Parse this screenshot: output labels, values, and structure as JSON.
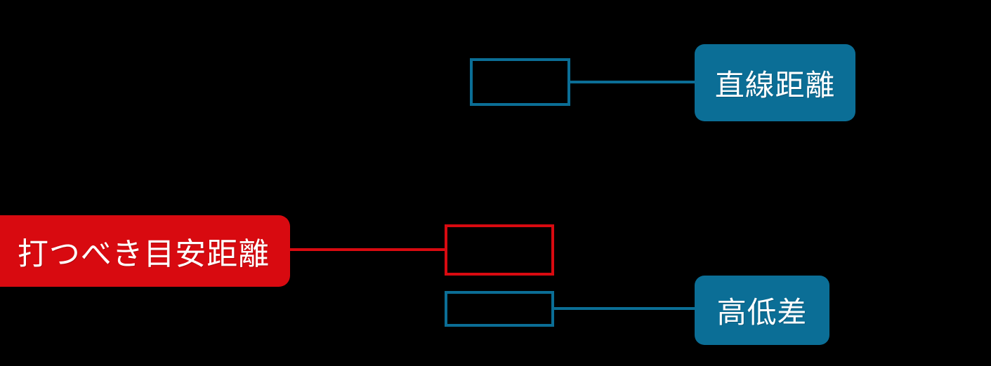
{
  "diagram": {
    "type": "mind-map",
    "background_color": "#000000",
    "root": {
      "label": "打つべき目安距離",
      "color": "#d80a10",
      "shape": "rounded-pill",
      "text_color": "#ffffff"
    },
    "branches": [
      {
        "id": "top",
        "box_label": "",
        "box_color": "#0b6e96",
        "shape": "rectangle",
        "leaf": {
          "label": "直線距離",
          "color": "#0b6e96",
          "shape": "rounded-pill",
          "text_color": "#ffffff"
        }
      },
      {
        "id": "middle",
        "box_label": "",
        "box_color": "#d80a10",
        "shape": "rectangle",
        "leaf": null
      },
      {
        "id": "bottom",
        "box_label": "",
        "box_color": "#0b6e96",
        "shape": "rectangle",
        "leaf": {
          "label": "高低差",
          "color": "#0b6e96",
          "shape": "rounded-pill",
          "text_color": "#ffffff"
        }
      }
    ],
    "connectors": [
      {
        "id": "root-to-middle",
        "color": "#d80a10"
      },
      {
        "id": "top-to-distance",
        "color": "#0b6e96"
      },
      {
        "id": "bottom-to-elevation",
        "color": "#0b6e96"
      }
    ]
  }
}
